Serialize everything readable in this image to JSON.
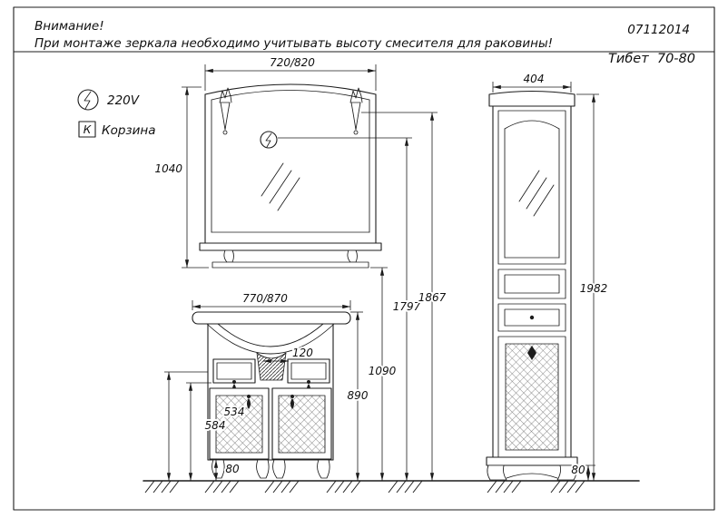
{
  "sheet": {
    "warning_title": "Внимание!",
    "warning_note": "При монтаже зеркала необходимо учитывать высоту смесителя для раковины!",
    "doc_number": "07112014",
    "model_name": "Тибет  70-80"
  },
  "legend": {
    "voltage": "220V",
    "basket_symbol": "К",
    "basket_label": "Корзина"
  },
  "dimensions": {
    "mirror_width": "720/820",
    "mirror_height": "1040",
    "vanity_width": "770/870",
    "sink_depth": "120",
    "door_height": "534",
    "apron_height": "584",
    "vanity_plinth_height": "80",
    "counter_height": "890",
    "mirror_bottom_height": "1090",
    "socket_height": "1797",
    "lamp_height": "1867",
    "column_width": "404",
    "column_height": "1982",
    "column_plinth_height": "80"
  }
}
